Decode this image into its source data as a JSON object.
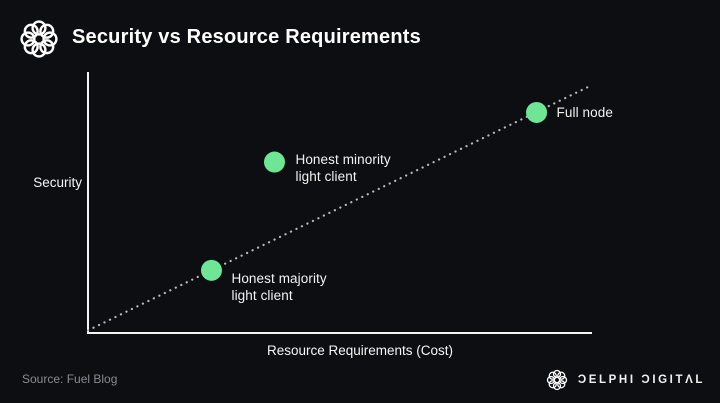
{
  "header": {
    "title": "Security vs Resource Requirements"
  },
  "footer": {
    "source": "Source: Fuel Blog",
    "brand_wordmark": "DELPHI DIGITAL",
    "brand_wordmark_display": "ƆELPHI ƆIGITΛL"
  },
  "colors": {
    "background": "#0d0e11",
    "accent_green": "#6ee695",
    "axis": "#f5f5f5",
    "trend_dots": "#b8b8b8",
    "text_primary": "#ffffff",
    "text_muted": "#878c92"
  },
  "chart_data": {
    "type": "scatter",
    "title": "Security vs Resource Requirements",
    "xlabel": "Resource Requirements (Cost)",
    "ylabel": "Security",
    "x_range": [
      0,
      100
    ],
    "y_range": [
      0,
      100
    ],
    "grid": false,
    "axes_numeric": false,
    "legend": "none",
    "trend_line": {
      "style": "dotted",
      "from": {
        "x": 0,
        "y": 1
      },
      "to": {
        "x": 100,
        "y": 95
      }
    },
    "point_color": "#6ee695",
    "points": [
      {
        "id": "honest-majority-light-client",
        "label_lines": [
          "Honest majority",
          "light client"
        ],
        "x": 24.5,
        "y": 24,
        "label_dx": 20,
        "label_dy": 8
      },
      {
        "id": "honest-minority-light-client",
        "label_lines": [
          "Honest minority",
          "light client"
        ],
        "x": 37,
        "y": 65.5,
        "label_dx": 21,
        "label_dy": -3
      },
      {
        "id": "full-node",
        "label_lines": [
          "Full node"
        ],
        "x": 89,
        "y": 84.5,
        "label_dx": 20,
        "label_dy": 0
      }
    ]
  }
}
